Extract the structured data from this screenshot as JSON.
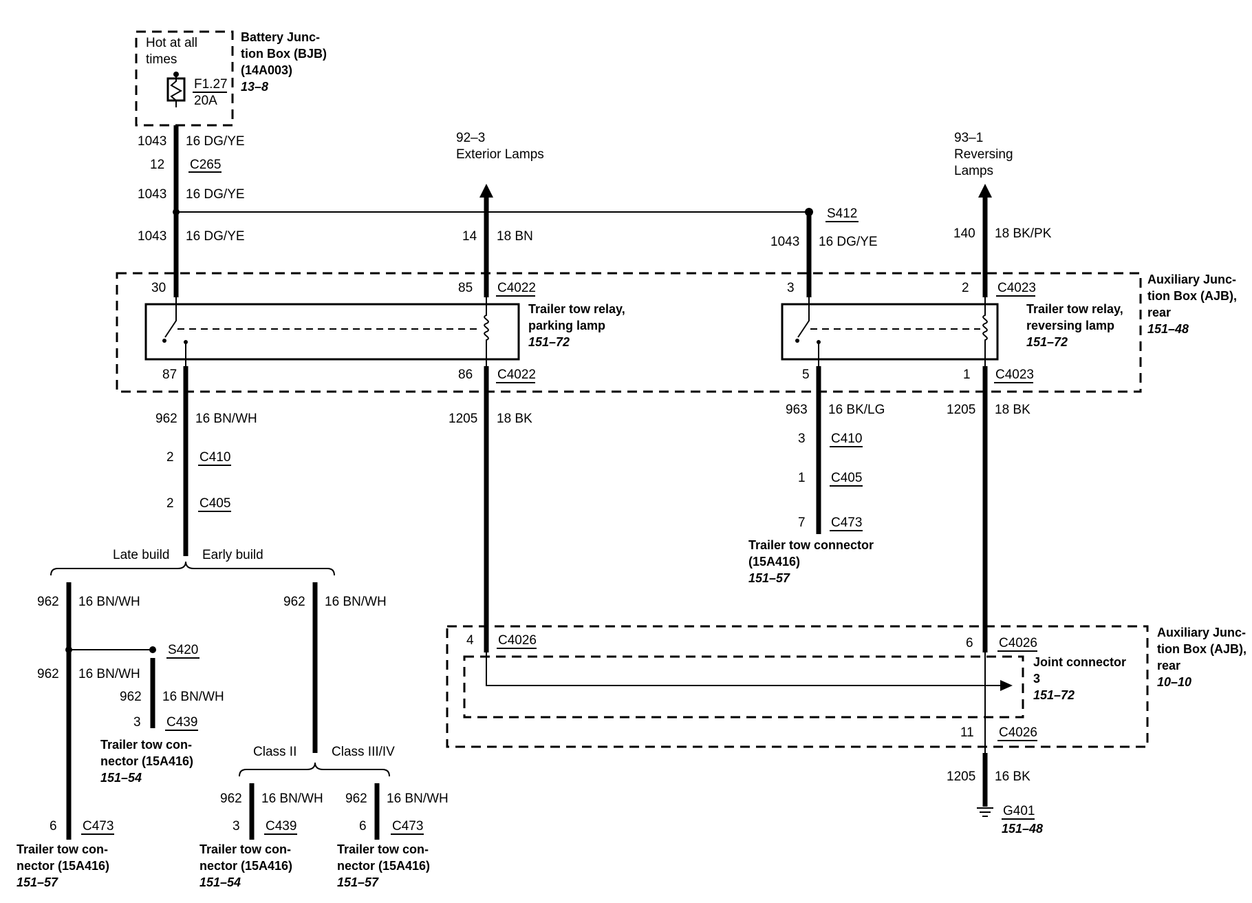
{
  "bjb": {
    "hot_line1": "Hot at all",
    "hot_line2": "times",
    "fuse_id": "F1.27",
    "fuse_rating": "20A",
    "name_line1": "Battery Junc-",
    "name_line2": "tion Box (BJB)",
    "name_line3": "(14A003)",
    "ref": "13–8"
  },
  "bjb_wire": {
    "circuit1": "1043",
    "gauge1": "16 DG/YE",
    "c265_pin": "12",
    "c265": "C265",
    "circuit2": "1043",
    "gauge2": "16 DG/YE",
    "circuit3": "1043",
    "gauge3": "16 DG/YE"
  },
  "exterior_lamps": {
    "ref": "92–3",
    "label": "Exterior Lamps",
    "circuit": "14",
    "gauge": "18 BN"
  },
  "reversing_lamps": {
    "ref": "93–1",
    "label_line1": "Reversing",
    "label_line2": "Lamps",
    "circuit": "140",
    "gauge": "18 BK/PK"
  },
  "s412": {
    "splice": "S412",
    "circuit": "1043",
    "gauge": "16 DG/YE"
  },
  "ajb_rear_top": {
    "line1": "Auxiliary Junc-",
    "line2": "tion Box (AJB),",
    "line3": "rear",
    "ref": "151–48"
  },
  "relay_parking": {
    "pin30": "30",
    "pin85": "85",
    "c_top": "C4022",
    "pin87": "87",
    "pin86": "86",
    "c_bottom": "C4022",
    "name_line1": "Trailer tow relay,",
    "name_line2": "parking lamp",
    "ref": "151–72"
  },
  "relay_reversing": {
    "pin3": "3",
    "pin2": "2",
    "c_top": "C4023",
    "pin5": "5",
    "pin1": "1",
    "c_bottom": "C4023",
    "name_line1": "Trailer tow relay,",
    "name_line2": "reversing lamp",
    "ref": "151–72"
  },
  "wire_962": {
    "circuit": "962",
    "gauge": "16 BN/WH",
    "c410_pin": "2",
    "c410": "C410",
    "c405_pin": "2",
    "c405": "C405",
    "late_build": "Late build",
    "early_build": "Early build"
  },
  "wire_1205_left": {
    "circuit": "1205",
    "gauge": "18 BK"
  },
  "wire_963": {
    "circuit": "963",
    "gauge": "16 BK/LG",
    "c410_pin": "3",
    "c410": "C410",
    "c405_pin": "1",
    "c405": "C405",
    "c473_pin": "7",
    "c473": "C473",
    "conn_line1": "Trailer tow connector",
    "conn_line2": "(15A416)",
    "ref": "151–57"
  },
  "wire_1205_right": {
    "circuit": "1205",
    "gauge": "18 BK"
  },
  "late_branch": {
    "circuit1": "962",
    "gauge1": "16 BN/WH",
    "s420": "S420",
    "circuit2": "962",
    "gauge2": "16 BN/WH",
    "circuit3": "962",
    "gauge3": "16 BN/WH",
    "c439_pin": "3",
    "c439": "C439",
    "c439_line1": "Trailer tow con-",
    "c439_line2": "nector (15A416)",
    "c439_ref": "151–54",
    "c473_pin": "6",
    "c473": "C473",
    "c473_line1": "Trailer tow con-",
    "c473_line2": "nector (15A416)",
    "c473_ref": "151–57"
  },
  "early_branch": {
    "circuit": "962",
    "gauge": "16 BN/WH",
    "class2": "Class II",
    "class34": "Class III/IV",
    "a_circuit": "962",
    "a_gauge": "16 BN/WH",
    "a_pin": "3",
    "a_conn": "C439",
    "a_line1": "Trailer tow con-",
    "a_line2": "nector (15A416)",
    "a_ref": "151–54",
    "b_circuit": "962",
    "b_gauge": "16 BN/WH",
    "b_pin": "6",
    "b_conn": "C473",
    "b_line1": "Trailer tow con-",
    "b_line2": "nector (15A416)",
    "b_ref": "151–57"
  },
  "ajb_joint": {
    "left_pin": "4",
    "left_conn": "C4026",
    "right_pin": "6",
    "right_conn": "C4026",
    "bottom_pin": "11",
    "bottom_conn": "C4026",
    "joint_line1": "Joint connector",
    "joint_line2": "3",
    "joint_ref": "151–72",
    "box_line1": "Auxiliary Junc-",
    "box_line2": "tion Box (AJB),",
    "box_line3": "rear",
    "box_ref": "10–10"
  },
  "ground": {
    "circuit": "1205",
    "gauge": "16 BK",
    "id": "G401",
    "ref": "151–48"
  }
}
